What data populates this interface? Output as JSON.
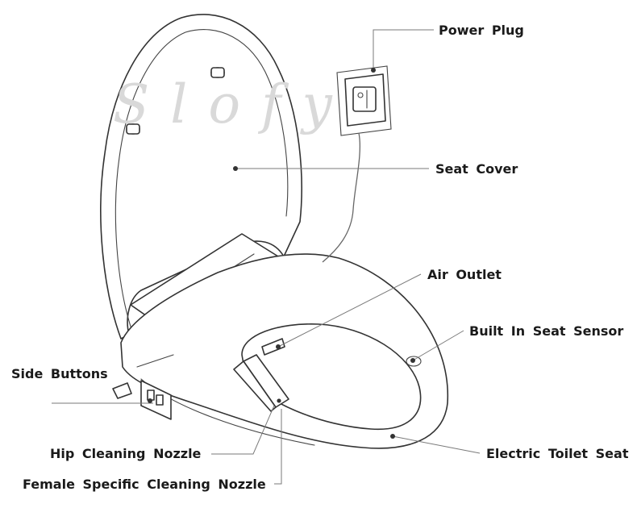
{
  "watermark": "Slofy",
  "labels": {
    "power_plug": "Power Plug",
    "seat_cover": "Seat Cover",
    "air_outlet": "Air Outlet",
    "built_in_seat_sensor": "Built In Seat Sensor",
    "side_buttons": "Side Buttons",
    "electric_toilet_seat": "Electric Toilet Seat",
    "hip_cleaning_nozzle": "Hip Cleaning Nozzle",
    "female_specific_cleaning_nozzle": "Female Specific Cleaning Nozzle"
  }
}
